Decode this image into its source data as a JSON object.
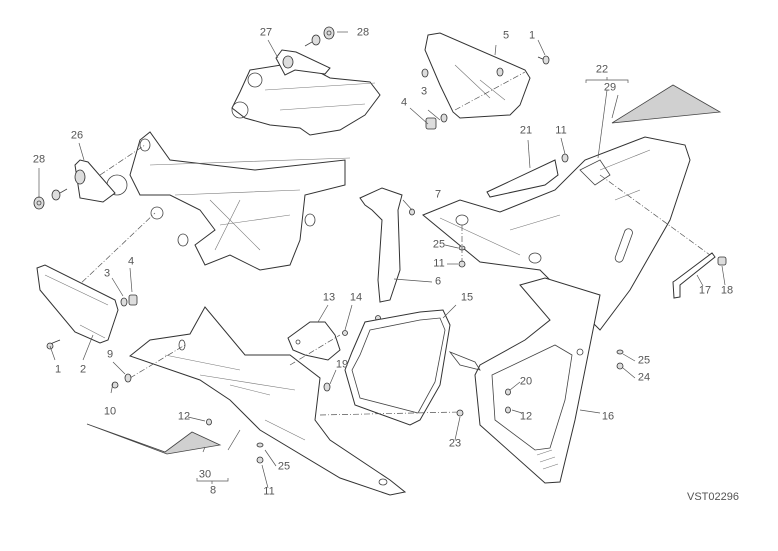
{
  "diagram": {
    "title": "Fairing parts exploded view",
    "drawing_code": "VST02296",
    "labels": [
      {
        "id": "l27a",
        "text": "27"
      },
      {
        "id": "l28a",
        "text": "28"
      },
      {
        "id": "l26",
        "text": "26"
      },
      {
        "id": "l28b",
        "text": "28"
      },
      {
        "id": "l5",
        "text": "5"
      },
      {
        "id": "l1a",
        "text": "1"
      },
      {
        "id": "l3a",
        "text": "3"
      },
      {
        "id": "l4a",
        "text": "4"
      },
      {
        "id": "l22",
        "text": "22"
      },
      {
        "id": "l29",
        "text": "29"
      },
      {
        "id": "l21",
        "text": "21"
      },
      {
        "id": "l11a",
        "text": "11"
      },
      {
        "id": "l7",
        "text": "7"
      },
      {
        "id": "l25a",
        "text": "25"
      },
      {
        "id": "l11b",
        "text": "11"
      },
      {
        "id": "l6",
        "text": "6"
      },
      {
        "id": "l3b",
        "text": "3"
      },
      {
        "id": "l4b",
        "text": "4"
      },
      {
        "id": "l1b",
        "text": "1"
      },
      {
        "id": "l2",
        "text": "2"
      },
      {
        "id": "l13",
        "text": "13"
      },
      {
        "id": "l14",
        "text": "14"
      },
      {
        "id": "l15",
        "text": "15"
      },
      {
        "id": "l9",
        "text": "9"
      },
      {
        "id": "l10",
        "text": "10"
      },
      {
        "id": "l19",
        "text": "19"
      },
      {
        "id": "l12a",
        "text": "12"
      },
      {
        "id": "l30",
        "text": "30"
      },
      {
        "id": "l8",
        "text": "8"
      },
      {
        "id": "l25b",
        "text": "25"
      },
      {
        "id": "l11c",
        "text": "11"
      },
      {
        "id": "l23",
        "text": "23"
      },
      {
        "id": "l20",
        "text": "20"
      },
      {
        "id": "l12b",
        "text": "12"
      },
      {
        "id": "l16",
        "text": "16"
      },
      {
        "id": "l17",
        "text": "17"
      },
      {
        "id": "l18",
        "text": "18"
      },
      {
        "id": "l25c",
        "text": "25"
      },
      {
        "id": "l24",
        "text": "24"
      }
    ]
  }
}
